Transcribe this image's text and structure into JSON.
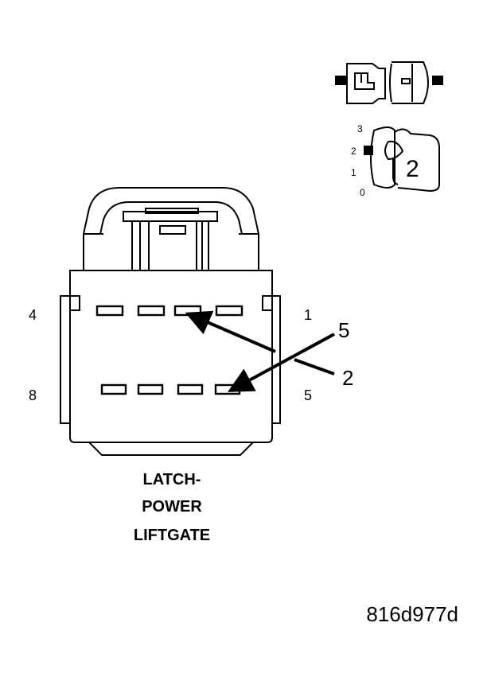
{
  "pin_labels": {
    "top_left": "4",
    "top_right": "1",
    "bottom_left": "8",
    "bottom_right": "5"
  },
  "callouts": {
    "upper": "5",
    "lower": "2"
  },
  "keyed_insert": {
    "positions": [
      "3",
      "2",
      "1",
      "0"
    ],
    "key_number": "2"
  },
  "caption": {
    "line1": "LATCH-",
    "line2": "POWER",
    "line3": "LIFTGATE"
  },
  "figure_id": "816d977d"
}
